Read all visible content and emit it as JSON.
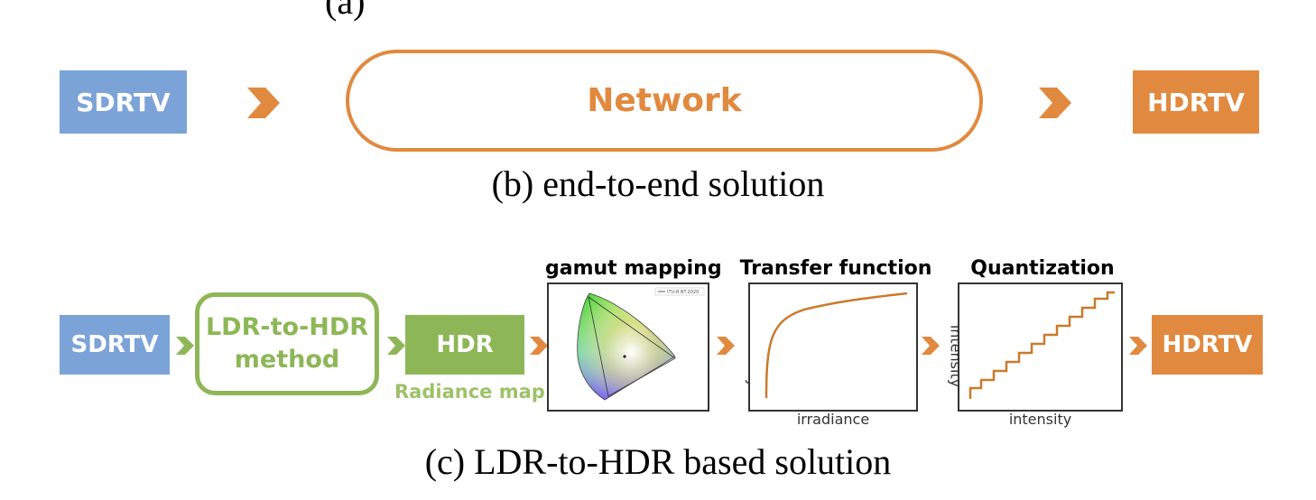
{
  "top_caption_fragment": "(a)",
  "row_b": {
    "input_label": "SDRTV",
    "network_label": "Network",
    "output_label": "HDRTV",
    "caption": "(b) end-to-end solution"
  },
  "row_c": {
    "input_label": "SDRTV",
    "method_label_line1": "LDR-to-HDR",
    "method_label_line2": "method",
    "hdr_label": "HDR",
    "hdr_sublabel": "Radiance map",
    "gamut_title": "gamut mapping",
    "gamut_legend": "ITU-R BT.2020",
    "transfer_title": "Transfer function",
    "transfer_ylabel": "intensity",
    "transfer_xlabel": "irradiance",
    "quant_title": "Quantization",
    "quant_ylabel": "intensity",
    "quant_xlabel": "intensity",
    "output_label": "HDRTV",
    "caption": "(c) LDR-to-HDR based solution"
  },
  "colors": {
    "blue": "#7BA3D8",
    "orange": "#E1893E",
    "green": "#8DB757",
    "green_light": "#9DC26A"
  }
}
